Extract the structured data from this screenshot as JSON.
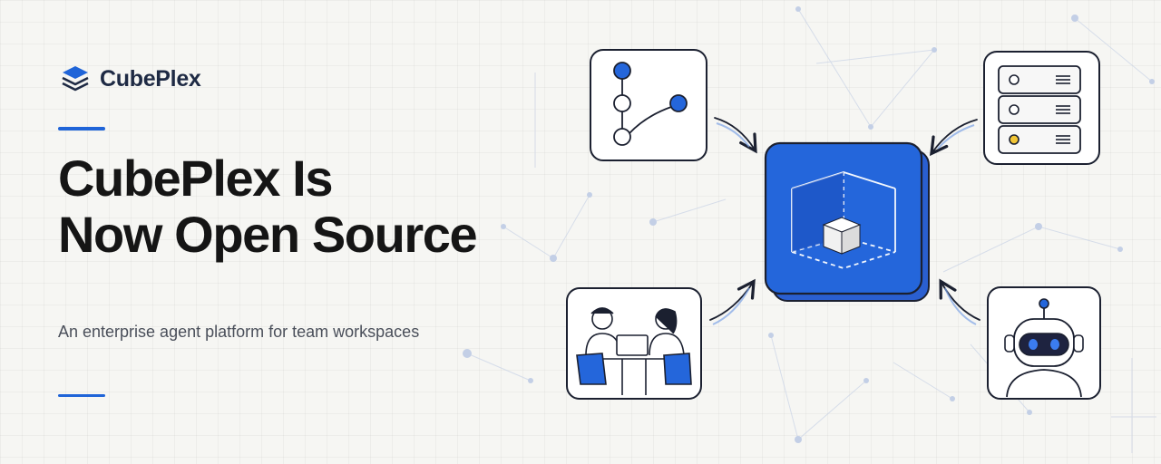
{
  "brand": {
    "name": "CubePlex",
    "logo_icon": "stacked-layers-icon"
  },
  "headline": {
    "line1": "CubePlex Is",
    "line2": "Now Open Source"
  },
  "subtitle": "An enterprise agent platform for team workspaces",
  "illustration": {
    "center": "cube-platform-icon",
    "nodes": [
      "git-branch-icon",
      "server-rack-icon",
      "team-meeting-icon",
      "robot-agent-icon"
    ]
  },
  "colors": {
    "accent": "#1f64d8",
    "heading": "#151515",
    "brand_text": "#1e2a44",
    "subtitle": "#4a4f5a",
    "background": "#f6f6f3"
  }
}
